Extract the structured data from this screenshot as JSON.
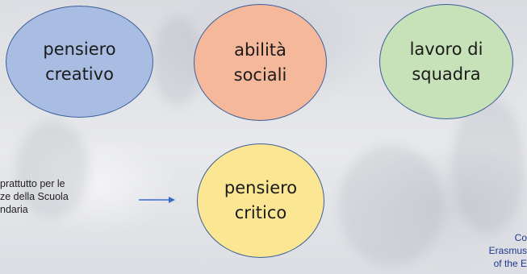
{
  "diagram": {
    "nodes": [
      {
        "id": "pensiero-creativo",
        "label": "pensiero\ncreativo",
        "color": "#a9bde3"
      },
      {
        "id": "abilita-sociali",
        "label": "abilità\nsociali",
        "color": "#f5b89a"
      },
      {
        "id": "lavoro-di-squadra",
        "label": "lavoro di\nsquadra",
        "color": "#c7e2b8"
      },
      {
        "id": "pensiero-critico",
        "label": "pensiero\ncritico",
        "color": "#fbe694"
      }
    ],
    "side_note": "prattutto per le\nze della Scuola\nndaria",
    "footer_note": "Co\nErasmus\nof the E",
    "arrow_color": "#3a6bc7",
    "outline_color": "#3b5f9a"
  }
}
